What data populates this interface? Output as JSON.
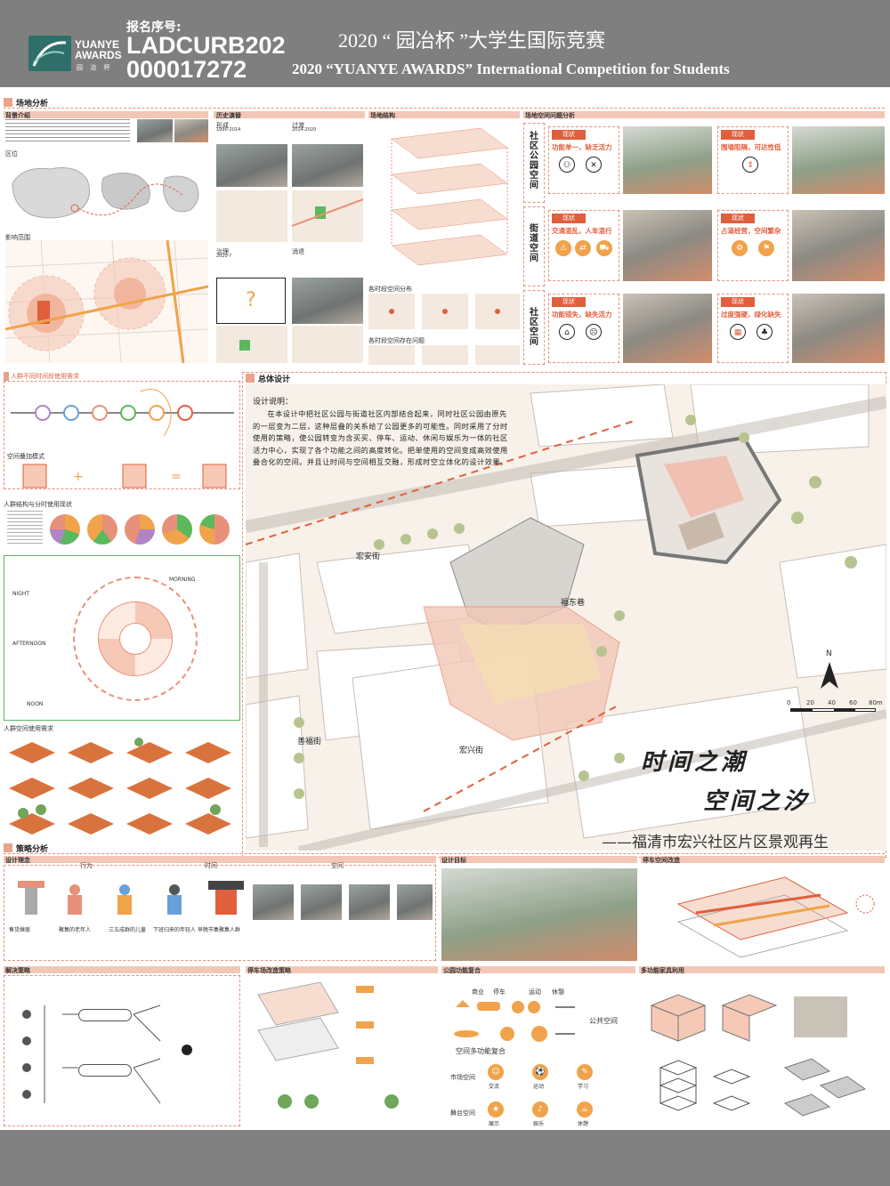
{
  "header": {
    "logo_text_line1": "YUANYE",
    "logo_text_line2": "AWARDS",
    "logo_sub": "园 冶 杯",
    "reg_label": "报名序号:",
    "reg_number_line1": "LADCURB202",
    "reg_number_line2": "000017272",
    "title_cn": "2020 “ 园冶杯 ”大学生国际竞赛",
    "title_en": "2020 “YUANYE AWARDS” International Competition for  Students"
  },
  "sections": {
    "site_analysis": "场地分析",
    "overall_design": "总体设计",
    "strategy_analysis": "策略分析"
  },
  "site": {
    "background": "背景介绍",
    "location": "区位",
    "influence": "影响范围",
    "history": "历史演替",
    "structure": "场地结构",
    "problems": "场地空间问题分析",
    "hist_labels": [
      "形成",
      "过渡",
      "治理",
      "消退"
    ],
    "hist_years": [
      "1990-2014",
      "2014-2020",
      "2020-?"
    ],
    "time_spaces": "各时段空间分布",
    "time_problems": "各时段空间存在问题"
  },
  "problems": {
    "categories": [
      "社区公园空间",
      "街道空间",
      "社区空间"
    ],
    "current": "现状",
    "issues": [
      "功能单一，缺乏活力",
      "围墙阻隔，可达性低",
      "交通混乱，人车混行",
      "占道经营，空间繁杂",
      "功能错失，缺失活力",
      "过度强硬，绿化缺失"
    ]
  },
  "left_panel": {
    "needs": "人群不同时间段使用需求",
    "overlay": "空间叠加模式",
    "structure_time": "人群结构与分时使用现状",
    "space_needs": "人群空间使用需求",
    "times": [
      "MORNING",
      "NIGHT",
      "AFTERNOON",
      "NOON"
    ]
  },
  "design": {
    "desc_title": "设计说明：",
    "desc_body": "在本设计中把社区公园与街道社区内部结合起来，同时社区公园由原先的一层变为二层，这种层叠的关系给了公园更多的可能性。同时采用了分时使用的策略，使公园转变为含买买、停车、运动、休闲与娱乐为一体的社区活力中心，实现了各个功能之间的高度转化。把单使用的空间变成高效使用叠合化的空间。并且让时间与空间相互交融，形成时空立体化的设计效果。",
    "streets": [
      "宏安街",
      "福东巷",
      "善福街",
      "宏兴街"
    ],
    "scale": [
      "0",
      "20",
      "40",
      "60",
      "80m"
    ],
    "north": "N",
    "slogan1": "时间之潮",
    "slogan2": "空间之汐",
    "slogan3": "——福清市宏兴社区片区景观再生"
  },
  "strategy": {
    "concept": "设计理念",
    "concept_tags": [
      "行为",
      "时间",
      "空间"
    ],
    "goal": "设计目标",
    "parking": "停车空间改造",
    "method": "解决策略",
    "stack": "停车场改造策略",
    "park_combo": "公园功能复合",
    "furniture": "多功能家具利用",
    "combo_labels": [
      "商业",
      "停车",
      "运动",
      "休憩"
    ],
    "public_space": "公共空间",
    "multi": "空间多功能复合",
    "market": "市场空间",
    "stage": "舞台空间",
    "icon_labels": [
      "交流",
      "运动",
      "学习",
      "展示",
      "娱乐",
      "休憩"
    ],
    "people_labels": [
      "售货摊贩",
      "聚集的老年人",
      "三五成群的儿童",
      "下班归来的年轻人",
      "早晚市集聚集人群"
    ]
  },
  "colors": {
    "accent": "#e8917a",
    "section": "#e8a38a",
    "issue": "#e15f3c",
    "orange": "#f0a34a",
    "header_bg": "#7f7f7f"
  }
}
